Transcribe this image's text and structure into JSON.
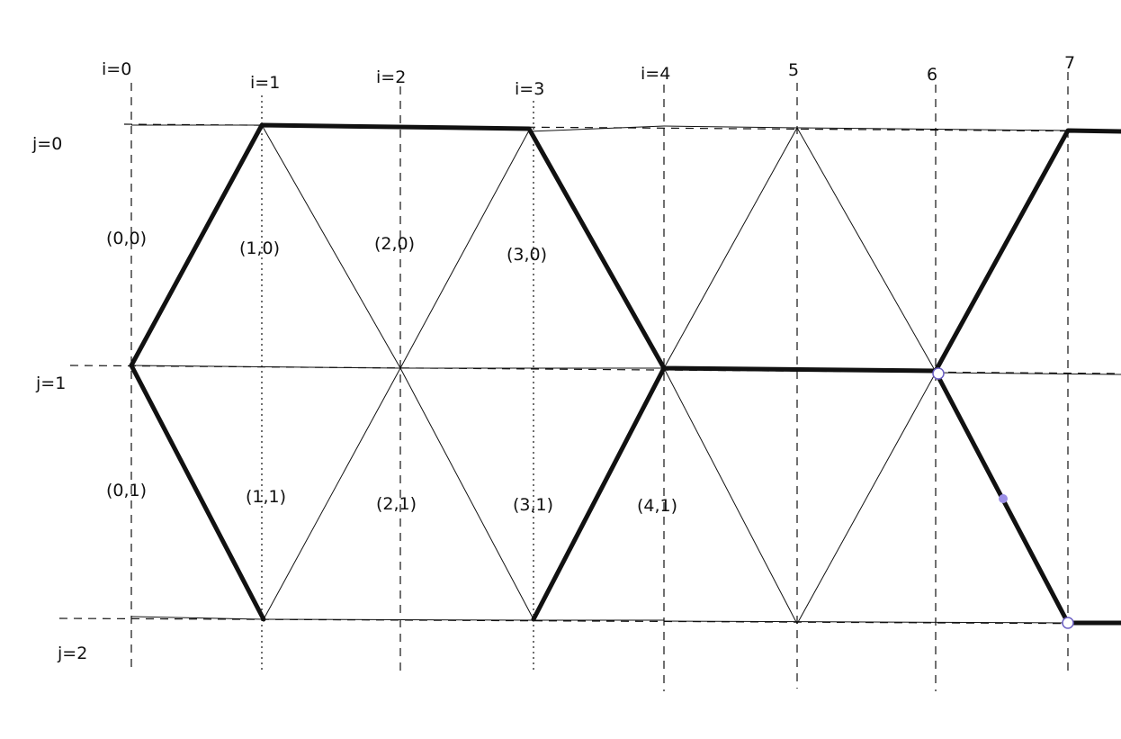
{
  "columns": [
    {
      "label": "i=0"
    },
    {
      "label": "i=1"
    },
    {
      "label": "i=2"
    },
    {
      "label": "i=3"
    },
    {
      "label": "i=4"
    },
    {
      "label": "5"
    },
    {
      "label": "6"
    },
    {
      "label": "7"
    }
  ],
  "rows": [
    {
      "label": "j=0"
    },
    {
      "label": "j=1"
    },
    {
      "label": "j=2"
    }
  ],
  "cells": [
    {
      "label": "(0,0)"
    },
    {
      "label": "(1,0)"
    },
    {
      "label": "(2,0)"
    },
    {
      "label": "(3,0)"
    },
    {
      "label": "(0,1)"
    },
    {
      "label": "(1,1)"
    },
    {
      "label": "(2,1)"
    },
    {
      "label": "(3,1)"
    },
    {
      "label": "(4,1)"
    }
  ],
  "colors": {
    "ink": "#111111",
    "selection": "#6b5fc4"
  }
}
